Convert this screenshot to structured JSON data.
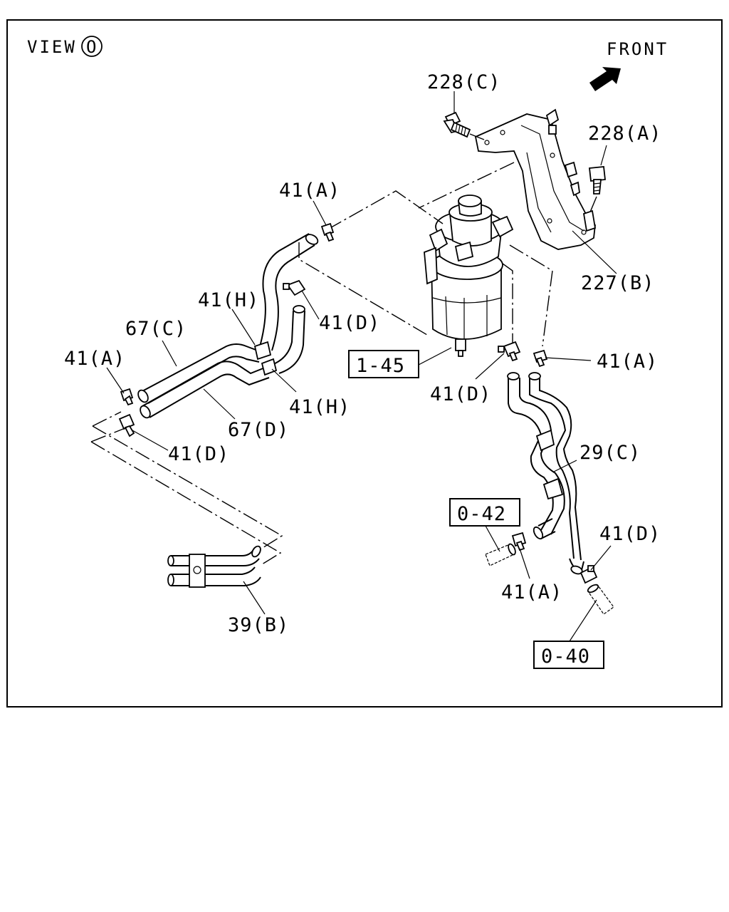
{
  "view": {
    "text": "VIEW",
    "letter": "O"
  },
  "front": "FRONT",
  "callouts": {
    "c228C": "228(C)",
    "c228A": "228(A)",
    "c227B": "227(B)",
    "c41A_top": "41(A)",
    "c41H_top": "41(H)",
    "c41D_mid": "41(D)",
    "c67C": "67(C)",
    "c41A_left": "41(A)",
    "c41H_low": "41(H)",
    "c67D": "67(D)",
    "c41D_left": "41(D)",
    "c39B": "39(B)",
    "c41D_center": "41(D)",
    "c41A_right": "41(A)",
    "c29C": "29(C)",
    "c41D_lowright": "41(D)",
    "c41A_low": "41(A)"
  },
  "refs": {
    "r1_45": "1-45",
    "r0_42": "0-42",
    "r0_40": "0-40"
  }
}
